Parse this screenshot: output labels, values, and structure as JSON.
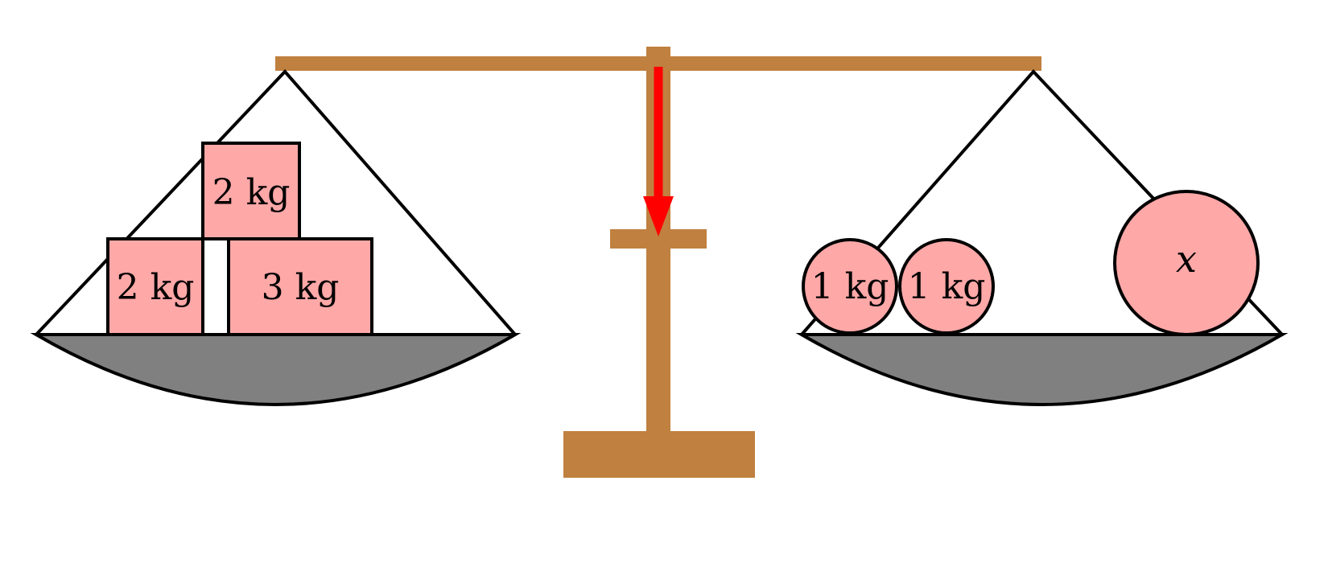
{
  "colors": {
    "stand": "#c0803f",
    "pan": "#808080",
    "weight_fill": "#ffa8a8",
    "outline": "#000000",
    "arrow": "#ff0000"
  },
  "left_pan": {
    "weights": [
      {
        "label": "2 kg",
        "shape": "box",
        "position": "bottom-left"
      },
      {
        "label": "2 kg",
        "shape": "box",
        "position": "top"
      },
      {
        "label": "3 kg",
        "shape": "box",
        "position": "bottom-right"
      }
    ]
  },
  "right_pan": {
    "weights": [
      {
        "label": "1 kg",
        "shape": "circle"
      },
      {
        "label": "1 kg",
        "shape": "circle"
      },
      {
        "label": "x",
        "shape": "circle",
        "size": "large"
      }
    ]
  },
  "indicator": {
    "direction": "down",
    "state": "balanced"
  }
}
